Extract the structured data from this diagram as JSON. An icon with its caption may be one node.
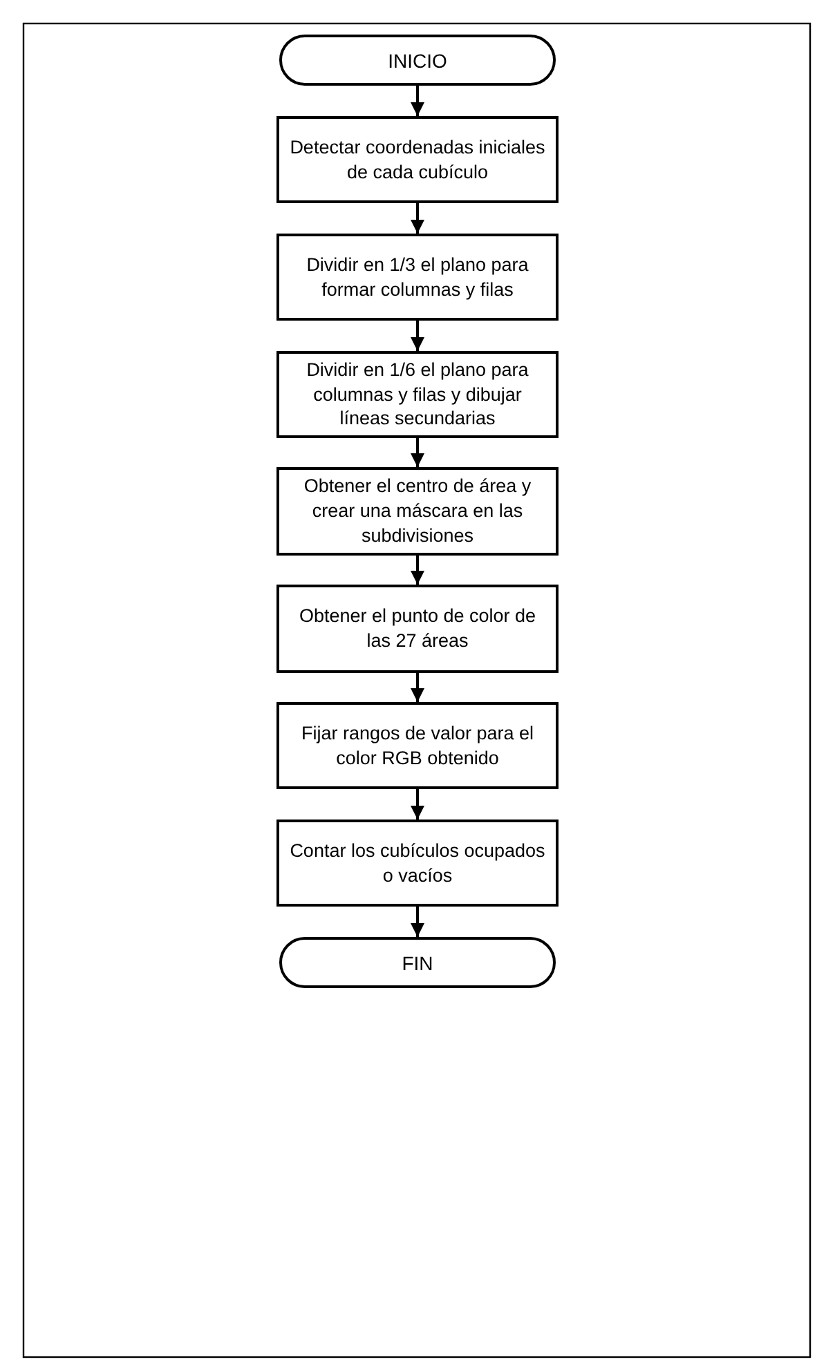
{
  "diagram": {
    "nodes": [
      {
        "text": [
          "INICIO"
        ]
      },
      {
        "text": [
          "Detectar coordenadas iniciales de cada cubículo"
        ]
      },
      {
        "text": [
          "Dividir en 1/3 el plano para formar columnas y filas"
        ]
      },
      {
        "text": [
          "Dividir en 1/6 el plano para columnas y filas y dibujar líneas secundarias"
        ]
      },
      {
        "text": [
          "Obtener el centro de área y crear una máscara en las subdivisiones"
        ]
      },
      {
        "text": [
          "Obtener el punto de color de las 27 áreas"
        ]
      },
      {
        "text": [
          "Fijar rangos de valor para el color RGB obtenido"
        ]
      },
      {
        "text": [
          "Contar los cubículos ocupados o vacíos"
        ]
      },
      {
        "text": [
          "FIN"
        ]
      }
    ],
    "edges": [
      {
        "from": 0,
        "to": 1,
        "arrow": "to"
      },
      {
        "from": 1,
        "to": 2,
        "arrow": "to"
      },
      {
        "from": 2,
        "to": 3,
        "arrow": "to"
      },
      {
        "from": 3,
        "to": 4,
        "arrow": "to"
      },
      {
        "from": 4,
        "to": 5,
        "arrow": "to"
      },
      {
        "from": 5,
        "to": 6,
        "arrow": "to"
      },
      {
        "from": 6,
        "to": 7,
        "arrow": "to"
      },
      {
        "from": 7,
        "to": 8,
        "arrow": "to"
      }
    ]
  }
}
